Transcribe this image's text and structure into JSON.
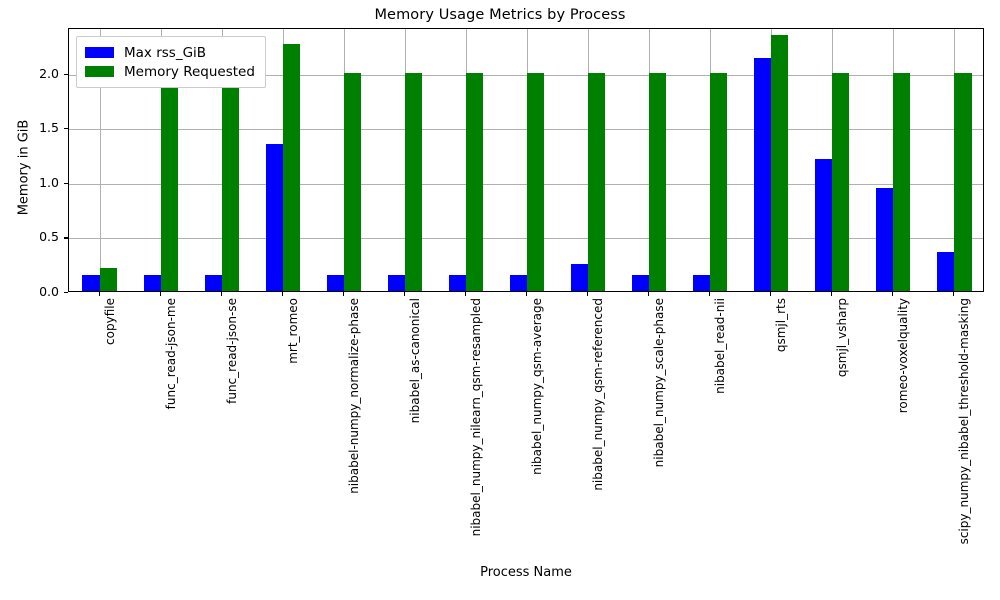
{
  "chart_data": {
    "type": "bar",
    "title": "Memory Usage Metrics by Process",
    "xlabel": "Process Name",
    "ylabel": "Memory in GiB",
    "ylim": [
      0.0,
      2.42
    ],
    "yticks": [
      "0.0",
      "0.5",
      "1.0",
      "1.5",
      "2.0"
    ],
    "ytick_values": [
      0.0,
      0.5,
      1.0,
      1.5,
      2.0
    ],
    "grid": true,
    "legend_position": "upper left",
    "categories": [
      "copyfile",
      "func_read-json-me",
      "func_read-json-se",
      "mrt_romeo",
      "nibabel-numpy_normalize-phase",
      "nibabel_as-canonical",
      "nibabel_numpy_nilearn_qsm-resampled",
      "nibabel_numpy_qsm-average",
      "nibabel_numpy_qsm-referenced",
      "nibabel_numpy_scale-phase",
      "nibabel_read-nii",
      "qsmjl_rts",
      "qsmjl_vsharp",
      "romeo-voxelquality",
      "scipy_numpy_nibabel_threshold-masking"
    ],
    "series": [
      {
        "name": "Max rss_GiB",
        "color": "#0000ff",
        "values": [
          0.145,
          0.145,
          0.145,
          1.35,
          0.145,
          0.145,
          0.145,
          0.145,
          0.25,
          0.145,
          0.145,
          2.14,
          1.21,
          0.94,
          0.355
        ]
      },
      {
        "name": "Memory Requested",
        "color": "#008000",
        "values": [
          0.21,
          2.0,
          2.0,
          2.26,
          2.0,
          2.0,
          2.0,
          2.0,
          2.0,
          2.0,
          2.0,
          2.35,
          2.0,
          2.0,
          2.0
        ]
      }
    ]
  }
}
